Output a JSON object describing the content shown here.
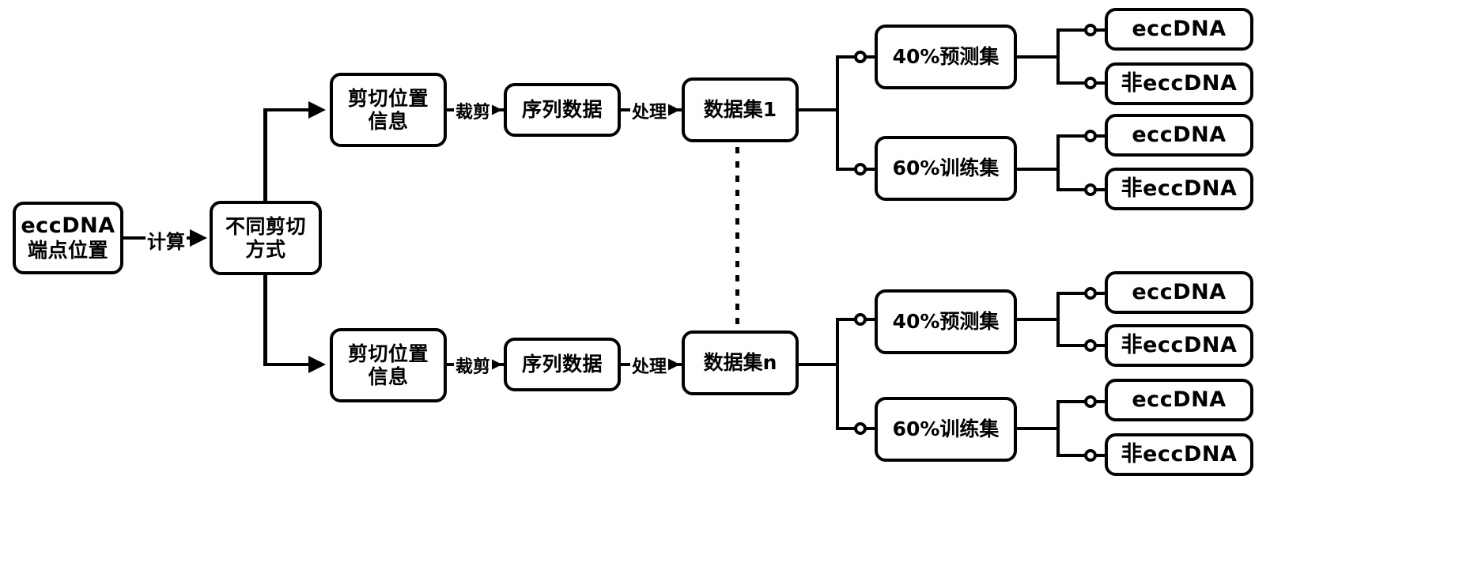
{
  "diagram": {
    "title": "eccDNA dataset construction flowchart",
    "colors": {
      "stroke": "#000000",
      "background": "#ffffff"
    },
    "nodes": {
      "source": {
        "line1": "eccDNA",
        "line2": "端点位置"
      },
      "cut_method": {
        "line1": "不同剪切",
        "line2": "方式"
      },
      "cut_info_top": {
        "line1": "剪切位置",
        "line2": "信息"
      },
      "cut_info_bottom": {
        "line1": "剪切位置",
        "line2": "信息"
      },
      "seq_data_top": {
        "line1": "序列数据"
      },
      "seq_data_bottom": {
        "line1": "序列数据"
      },
      "dataset_1": {
        "line1": "数据集1"
      },
      "dataset_n": {
        "line1": "数据集n"
      },
      "pred_set_1": {
        "line1": "40%预测集"
      },
      "train_set_1": {
        "line1": "60%训练集"
      },
      "pred_set_n": {
        "line1": "40%预测集"
      },
      "train_set_n": {
        "line1": "60%训练集"
      },
      "leaf_1": {
        "line1": "eccDNA"
      },
      "leaf_2": {
        "line1": "非eccDNA"
      },
      "leaf_3": {
        "line1": "eccDNA"
      },
      "leaf_4": {
        "line1": "非eccDNA"
      },
      "leaf_5": {
        "line1": "eccDNA"
      },
      "leaf_6": {
        "line1": "非eccDNA"
      },
      "leaf_7": {
        "line1": "eccDNA"
      },
      "leaf_8": {
        "line1": "非eccDNA"
      }
    },
    "edge_labels": {
      "compute": "计算",
      "crop_top": "裁剪",
      "crop_bottom": "裁剪",
      "process_top": "处理",
      "process_bottom": "处理"
    }
  }
}
